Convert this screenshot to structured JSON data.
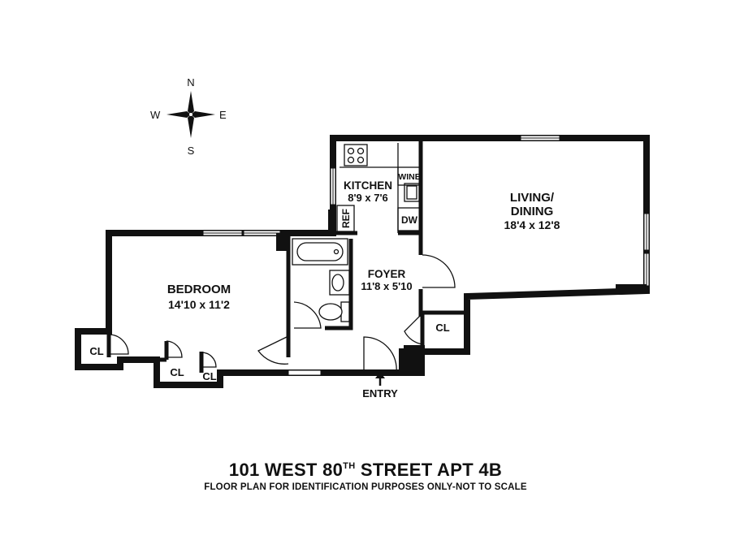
{
  "compass": {
    "north": "N",
    "south": "S",
    "east": "E",
    "west": "W"
  },
  "rooms": {
    "kitchen": {
      "name": "KITCHEN",
      "dims": "8'9 x 7'6"
    },
    "living": {
      "name_line1": "LIVING/",
      "name_line2": "DINING",
      "dims": "18'4 x 12'8"
    },
    "bedroom": {
      "name": "BEDROOM",
      "dims": "14'10 x 11'2"
    },
    "foyer": {
      "name": "FOYER",
      "dims": "11'8 x 5'10"
    }
  },
  "fixtures": {
    "wine": "WINE",
    "dw": "DW",
    "ref": "REF"
  },
  "closets": {
    "label": "CL"
  },
  "entry": "ENTRY",
  "title": {
    "pre": "101 WEST 80",
    "sup": "TH",
    "post": " STREET APT 4B"
  },
  "subtitle": "FLOOR PLAN FOR IDENTIFICATION PURPOSES ONLY-NOT TO SCALE"
}
